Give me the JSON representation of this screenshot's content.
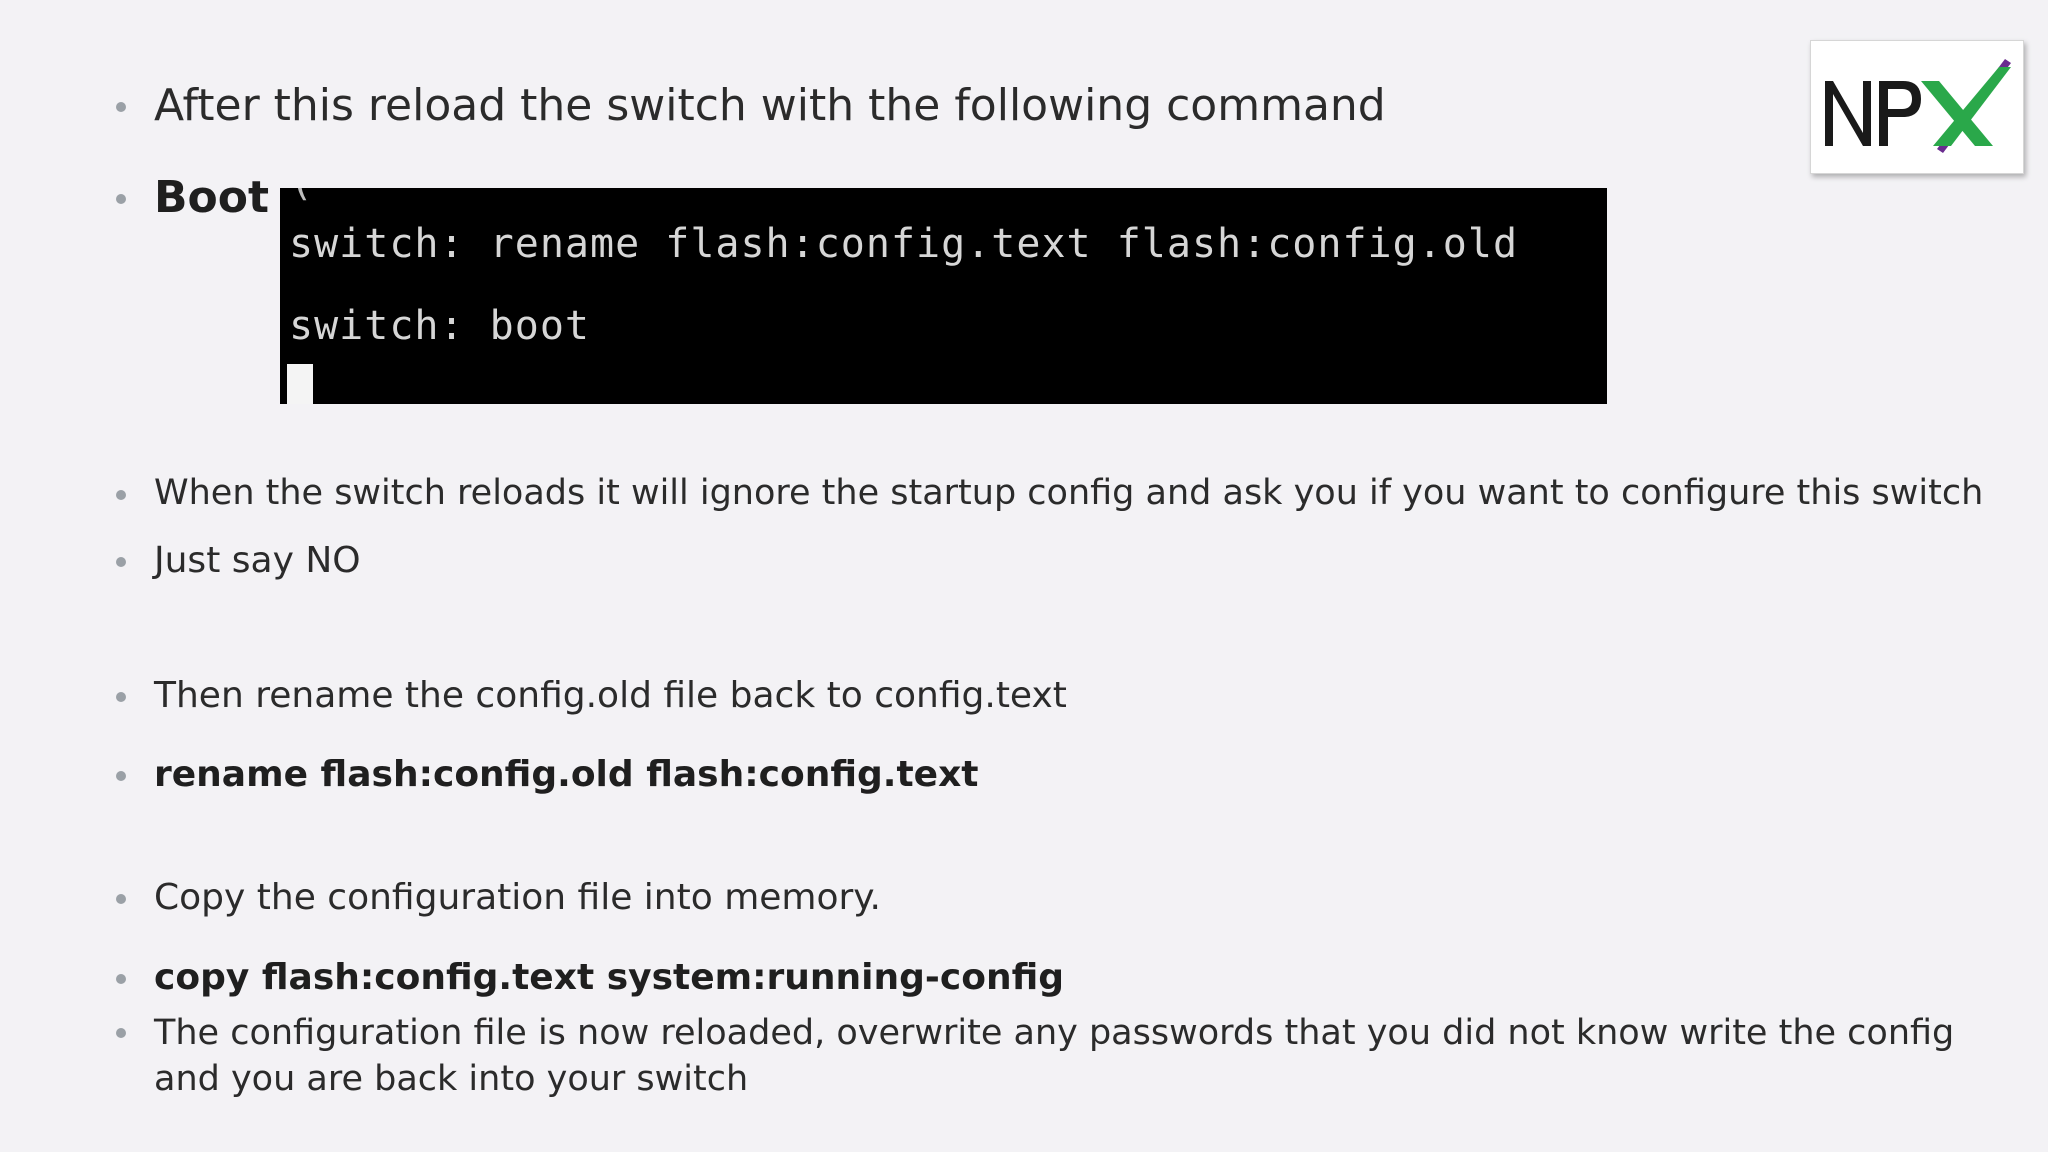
{
  "bullets": {
    "b1": "After this reload the switch with the following command",
    "b2": "Boot",
    "b3": "When the switch reloads it will ignore the startup config and ask you if you want to configure this switch",
    "b4": "Just say NO",
    "b5": "Then rename the config.old file back to config.text",
    "b6": "rename flash:config.old flash:config.text",
    "b7": "Copy the configuration file into memory.",
    "b8": "copy flash:config.text system:running-config",
    "b9": "The configuration file is now reloaded, overwrite any passwords that you did not know write the config and you are back into your switch"
  },
  "terminal": {
    "line_partial": "                    (                       ",
    "line1": "switch: rename flash:config.text flash:config.old",
    "line2": "switch: boot"
  },
  "logo": {
    "text": "NPX",
    "colors": {
      "np": "#1a1a1a",
      "x_green": "#2aa84a",
      "x_purple": "#6a2c8f"
    }
  },
  "colors": {
    "background": "#f3f2f5",
    "text": "#2b2b2b",
    "bullet": "#9aa0a6",
    "terminal_bg": "#000000",
    "terminal_text": "#d6d6d6"
  }
}
